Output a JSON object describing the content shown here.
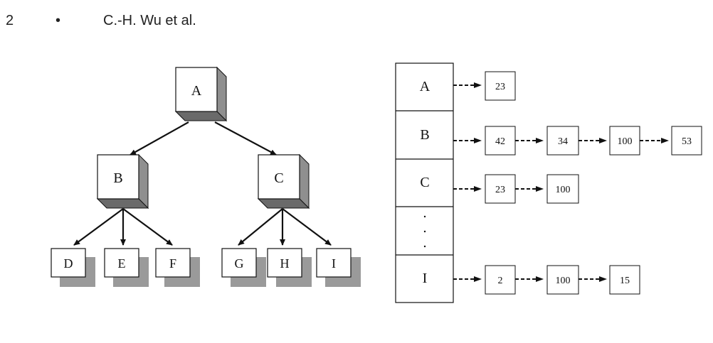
{
  "header": {
    "page_number": "2",
    "bullet": "•",
    "authors": "C.-H. Wu et al."
  },
  "tree": {
    "root": "A",
    "level1": [
      "B",
      "C"
    ],
    "leaves_b": [
      "D",
      "E",
      "F"
    ],
    "leaves_c": [
      "G",
      "H",
      "I"
    ]
  },
  "table": {
    "rows": [
      {
        "key": "A",
        "values": [
          "23"
        ]
      },
      {
        "key": "B",
        "values": [
          "42",
          "34",
          "100",
          "53"
        ]
      },
      {
        "key": "C",
        "values": [
          "23",
          "100"
        ]
      },
      {
        "key": ". . .",
        "values": []
      },
      {
        "key": "I",
        "values": [
          "2",
          "100",
          "15"
        ]
      }
    ]
  }
}
